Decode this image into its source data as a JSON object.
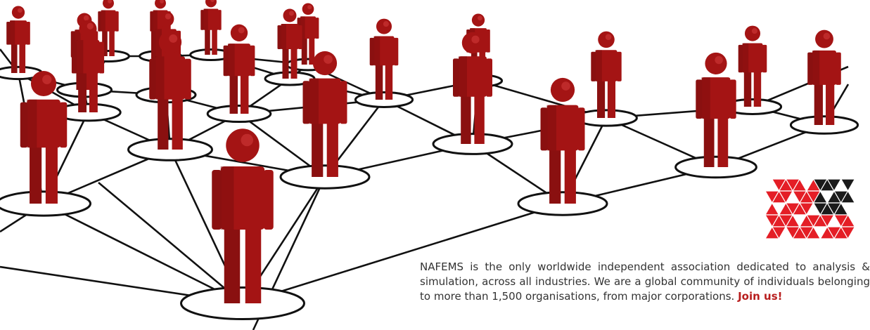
{
  "banner": {
    "accent_color": "#a41414",
    "image_subject": "network of red human figures standing on linked rings",
    "logo_icon": "triangle-mosaic-logo-icon"
  },
  "blurb": {
    "text": "NAFEMS is the only worldwide independent association dedicated to analysis & simulation, across all industries. We are a global community of individuals belonging to more than 1,500 organisations, from major corporations.",
    "link_label": "Join us!"
  }
}
